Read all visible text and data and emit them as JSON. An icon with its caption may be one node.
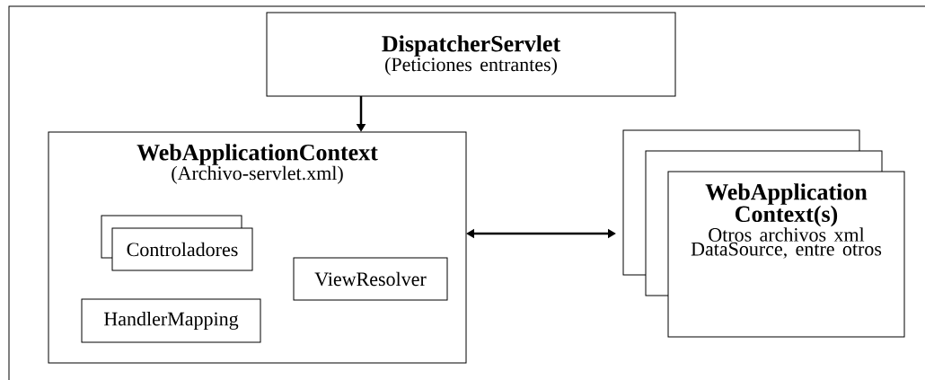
{
  "diagram": {
    "nodes": [
      {
        "text": [
          "DispatcherServlet",
          "(Peticiones entrantes)"
        ]
      },
      {
        "text": [
          "WebApplicationContext",
          "(Archivo-servlet.xml)"
        ]
      },
      {
        "text": [
          "Controladores"
        ],
        "in": 1
      },
      {
        "text": [
          "ViewResolver"
        ],
        "in": 1
      },
      {
        "text": [
          "HandlerMapping"
        ],
        "in": 1
      },
      {
        "text": [
          "WebApplication Context(s)",
          "Otros archivos xml",
          "DataSource, entre otros"
        ]
      }
    ],
    "edges": [
      {
        "from": 0,
        "to": 1,
        "arrow": "to"
      },
      {
        "from": 1,
        "to": 5,
        "arrow": "both"
      }
    ]
  }
}
